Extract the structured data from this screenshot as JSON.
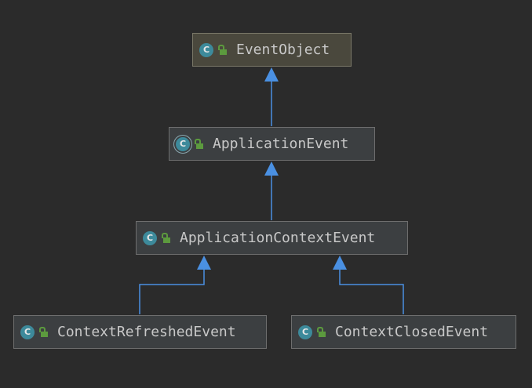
{
  "diagram": {
    "nodes": [
      {
        "id": "event-object",
        "label": "EventObject",
        "icon": "class-icon",
        "abstract": false,
        "selected": true
      },
      {
        "id": "application-event",
        "label": "ApplicationEvent",
        "icon": "abstract-class-icon",
        "abstract": true,
        "selected": false
      },
      {
        "id": "application-context-event",
        "label": "ApplicationContextEvent",
        "icon": "class-icon",
        "abstract": false,
        "selected": false
      },
      {
        "id": "context-refreshed-event",
        "label": "ContextRefreshedEvent",
        "icon": "class-icon",
        "abstract": false,
        "selected": false
      },
      {
        "id": "context-closed-event",
        "label": "ContextClosedEvent",
        "icon": "class-icon",
        "abstract": false,
        "selected": false
      }
    ],
    "edges": [
      {
        "from": "application-event",
        "to": "event-object",
        "type": "extends"
      },
      {
        "from": "application-context-event",
        "to": "application-event",
        "type": "extends"
      },
      {
        "from": "context-refreshed-event",
        "to": "application-context-event",
        "type": "extends"
      },
      {
        "from": "context-closed-event",
        "to": "application-context-event",
        "type": "extends"
      }
    ],
    "colors": {
      "background": "#2b2b2b",
      "node_fill": "#3c3f41",
      "node_selected_fill": "#4a483d",
      "node_border": "#6e6e6e",
      "edge": "#4a90e2",
      "class_icon": "#3d8a9b",
      "lock_icon": "#5c9a3e",
      "text": "#c8c8c8"
    },
    "icon_letter": "C"
  }
}
